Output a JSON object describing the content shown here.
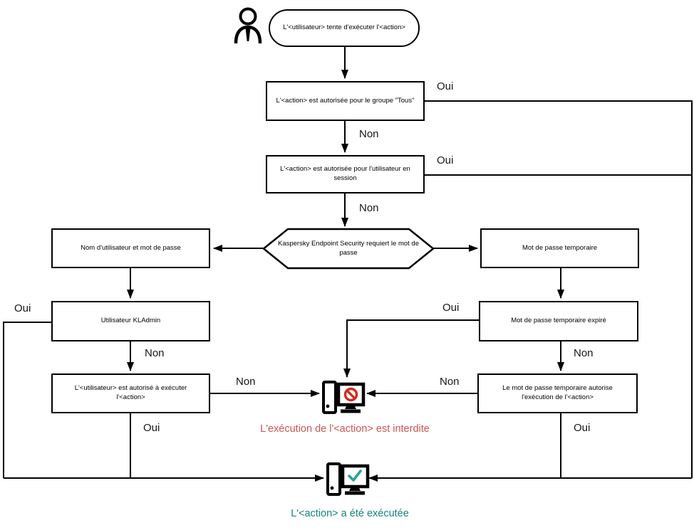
{
  "flow": {
    "start": "L'<utilisateur> tente d'exécuter l'<action>",
    "group_check": "L'<action> est autorisée pour le groupe \"Tous\"",
    "session_check": "L'<action> est autorisée pour l'utilisateur en session",
    "password_prompt": "Kaspersky Endpoint Security requiert le mot de passe",
    "credentials": "Nom d'utilisateur et mot de passe",
    "temp_password": "Mot de passe temporaire",
    "kladmin": "Utilisateur KLAdmin",
    "temp_expired": "Mot de passe temporaire expiré",
    "user_authorized": "L'<utilisateur> est autorisé à exécuter l'<action>",
    "temp_authorizes": "Le mot de passe temporaire autorise l'exécution de l'<action>",
    "denied_caption": "L'exécution de l'<action> est interdite",
    "executed_caption": "L'<action> a été exécutée",
    "yes": "Oui",
    "no": "Non"
  },
  "colors": {
    "line": "#000000",
    "denied_text": "#cd5550",
    "executed_text": "#17847a",
    "prohibition_sign": "#d6281e",
    "check_mark": "#26a495"
  },
  "icons": {
    "actor": "person-icon",
    "denied": "computer-denied-icon",
    "executed": "computer-success-icon"
  }
}
